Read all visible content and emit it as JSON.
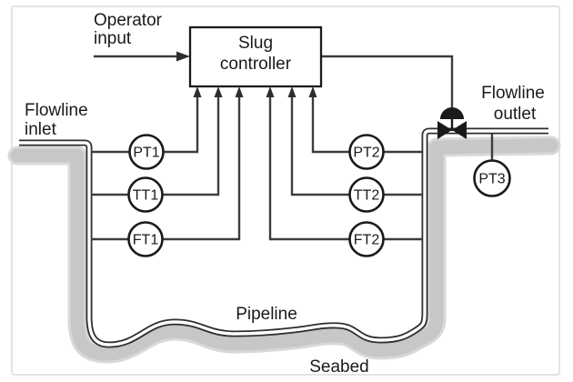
{
  "figure": {
    "operator_input": {
      "line1": "Operator",
      "line2": "input"
    },
    "controller": {
      "line1": "Slug",
      "line2": "controller"
    },
    "flowline_inlet": {
      "line1": "Flowline",
      "line2": "inlet"
    },
    "flowline_outlet": {
      "line1": "Flowline",
      "line2": "outlet"
    },
    "pipeline_label": "Pipeline",
    "seabed_label": "Seabed",
    "sensors": {
      "pt1": "PT1",
      "tt1": "TT1",
      "ft1": "FT1",
      "pt2": "PT2",
      "tt2": "TT2",
      "ft2": "FT2",
      "pt3": "PT3"
    }
  },
  "colors": {
    "bg": "#ffffff",
    "frame": "#dcdcdc",
    "ink": "#1a1a1a",
    "line": "#3d3d3d",
    "pipe": "#2e2e2e",
    "seabed": "#c7c7c7",
    "seabed-outer": "#d9d9d9"
  }
}
